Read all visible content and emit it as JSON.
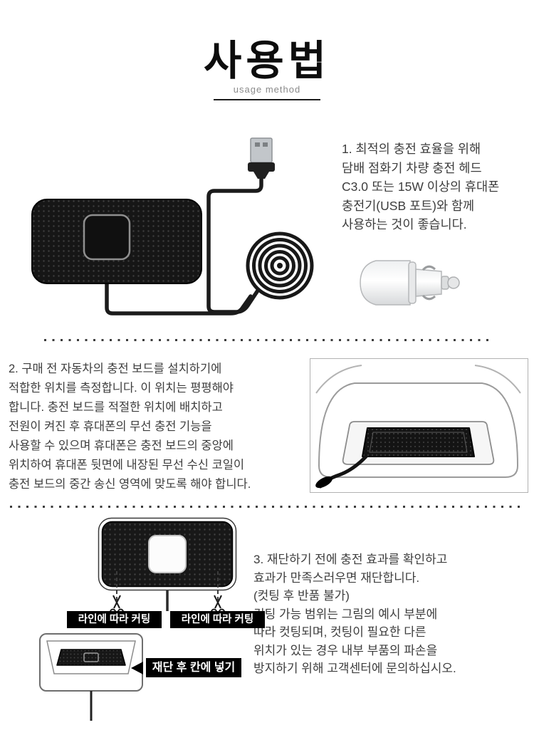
{
  "header": {
    "title": "사용법",
    "subtitle": "usage method"
  },
  "steps": {
    "step1": {
      "text": "1. 최적의 충전 효율을 위해\n담배 점화기 차량 충전 헤드\nC3.0 또는 15W 이상의 휴대폰\n충전기(USB 포트)와 함께\n사용하는 것이 좋습니다."
    },
    "step2": {
      "text": "2. 구매 전 자동차의 충전 보드를 설치하기에\n적합한 위치를 측정합니다. 이 위치는 평평해야\n합니다. 충전 보드를 적절한 위치에 배치하고\n전원이 켜진 후 휴대폰의 무선 충전 기능을\n사용할 수 있으며 휴대폰은 충전 보드의 중앙에\n위치하여 휴대폰 뒷면에 내장된 무선 수신 코일이\n충전 보드의 중간 송신 영역에 맞도록 해야 합니다."
    },
    "step3": {
      "text": "3. 재단하기 전에 충전 효과를 확인하고\n효과가 만족스러우면 재단합니다.\n(컷팅 후 반품 불가)\n컷팅 가능 범위는 그림의 예시 부분에\n따라 컷팅되며, 컷팅이 필요한 다른\n위치가 있는 경우 내부 부품의 파손을\n방지하기 위해 고객센터에 문의하십시오."
    }
  },
  "labels": {
    "cut_line_left": "라인에 따라 커팅",
    "cut_line_right": "라인에 따라 커팅",
    "insert_after_cut": "재단 후 칸에 넣기"
  },
  "colors": {
    "body_text": "#3d3d3d",
    "label_bg": "#000000",
    "label_text": "#ffffff",
    "pad_black": "#161616"
  }
}
